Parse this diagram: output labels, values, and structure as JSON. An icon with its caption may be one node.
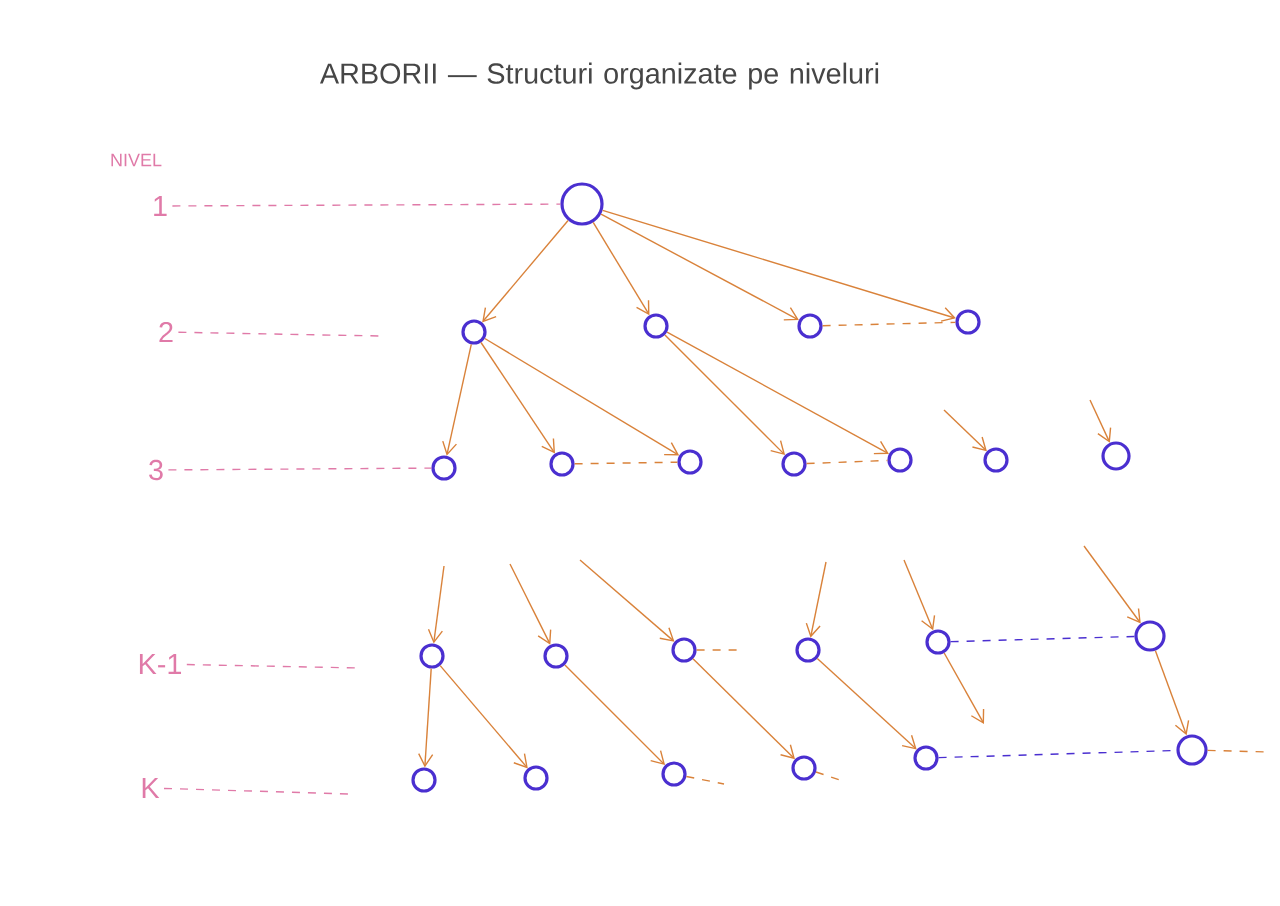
{
  "diagram": {
    "title": "ARBORII — Structuri organizate pe niveluri",
    "nodes": [
      {
        "text": [
          "1"
        ]
      },
      {
        "text": [],
        "shape": "circle"
      },
      {
        "text": [
          "2"
        ]
      },
      {
        "text": [],
        "shape": "circle"
      },
      {
        "text": [],
        "shape": "circle"
      },
      {
        "text": [],
        "shape": "circle"
      },
      {
        "text": [],
        "shape": "circle"
      },
      {
        "text": [
          "3"
        ]
      },
      {
        "text": [],
        "shape": "circle"
      },
      {
        "text": [],
        "shape": "circle"
      },
      {
        "text": [],
        "shape": "circle"
      },
      {
        "text": [],
        "shape": "circle"
      },
      {
        "text": [],
        "shape": "circle"
      },
      {
        "text": [],
        "shape": "circle"
      },
      {
        "text": [],
        "shape": "circle"
      },
      {
        "text": [
          "K-1"
        ]
      },
      {
        "text": [],
        "shape": "circle"
      },
      {
        "text": [],
        "shape": "circle"
      },
      {
        "text": [],
        "shape": "circle"
      },
      {
        "text": [],
        "shape": "circle"
      },
      {
        "text": [],
        "shape": "circle"
      },
      {
        "text": [],
        "shape": "circle"
      },
      {
        "text": [
          "K"
        ]
      },
      {
        "text": [],
        "shape": "circle"
      },
      {
        "text": [],
        "shape": "circle"
      },
      {
        "text": [],
        "shape": "circle"
      },
      {
        "text": [],
        "shape": "circle"
      },
      {
        "text": [],
        "shape": "circle"
      },
      {
        "text": [],
        "shape": "circle"
      }
    ],
    "edges": [
      {
        "from": 0,
        "to": 1,
        "arrow": "none",
        "style": "dashed",
        "color": "#e07aa8"
      },
      {
        "from": 1,
        "to": 3,
        "arrow": "to"
      },
      {
        "from": 1,
        "to": 4,
        "arrow": "to"
      },
      {
        "from": 1,
        "to": 5,
        "arrow": "to"
      },
      {
        "from": 1,
        "to": 6,
        "arrow": "to"
      },
      {
        "from": 5,
        "to": 6,
        "arrow": "none",
        "style": "dashed"
      },
      {
        "from": 2,
        "to": null,
        "arrow": "none",
        "style": "dashed",
        "color": "#e07aa8"
      },
      {
        "from": 3,
        "to": 8,
        "arrow": "to"
      },
      {
        "from": 3,
        "to": 9,
        "arrow": "to"
      },
      {
        "from": 3,
        "to": 10,
        "arrow": "to"
      },
      {
        "from": 4,
        "to": 11,
        "arrow": "to"
      },
      {
        "from": 4,
        "to": 12,
        "arrow": "to"
      },
      {
        "from": 9,
        "to": 10,
        "arrow": "none",
        "style": "dashed"
      },
      {
        "from": 11,
        "to": 12,
        "arrow": "none",
        "style": "dashed"
      },
      {
        "from": null,
        "to": 13,
        "arrow": "to"
      },
      {
        "from": null,
        "to": 14,
        "arrow": "to"
      },
      {
        "from": 7,
        "to": 8,
        "arrow": "none",
        "style": "dashed",
        "color": "#e07aa8"
      },
      {
        "from": 15,
        "to": null,
        "arrow": "none",
        "style": "dashed",
        "color": "#e07aa8"
      },
      {
        "from": null,
        "to": 16,
        "arrow": "to"
      },
      {
        "from": null,
        "to": 17,
        "arrow": "to"
      },
      {
        "from": null,
        "to": 18,
        "arrow": "to"
      },
      {
        "from": null,
        "to": 19,
        "arrow": "to"
      },
      {
        "from": null,
        "to": 20,
        "arrow": "to"
      },
      {
        "from": null,
        "to": 21,
        "arrow": "to"
      },
      {
        "from": 18,
        "to": null,
        "arrow": "none",
        "style": "dashed"
      },
      {
        "from": 20,
        "to": 21,
        "arrow": "none",
        "style": "dashed",
        "color": "#4a2fd0"
      },
      {
        "from": 16,
        "to": 23,
        "arrow": "to"
      },
      {
        "from": 16,
        "to": 24,
        "arrow": "to"
      },
      {
        "from": 17,
        "to": 25,
        "arrow": "to"
      },
      {
        "from": 18,
        "to": 26,
        "arrow": "to"
      },
      {
        "from": 19,
        "to": 27,
        "arrow": "to"
      },
      {
        "from": 20,
        "to": null,
        "arrow": "to"
      },
      {
        "from": 21,
        "to": 28,
        "arrow": "to"
      },
      {
        "from": 22,
        "to": null,
        "arrow": "none",
        "style": "dashed",
        "color": "#e07aa8"
      },
      {
        "from": 25,
        "to": null,
        "arrow": "none",
        "style": "dashed"
      },
      {
        "from": 26,
        "to": null,
        "arrow": "none",
        "style": "dashed"
      },
      {
        "from": 27,
        "to": 28,
        "arrow": "none",
        "style": "dashed",
        "color": "#4a2fd0"
      },
      {
        "from": 28,
        "to": null,
        "arrow": "none",
        "style": "dashed"
      }
    ],
    "labels": [
      "NIVEL"
    ]
  }
}
